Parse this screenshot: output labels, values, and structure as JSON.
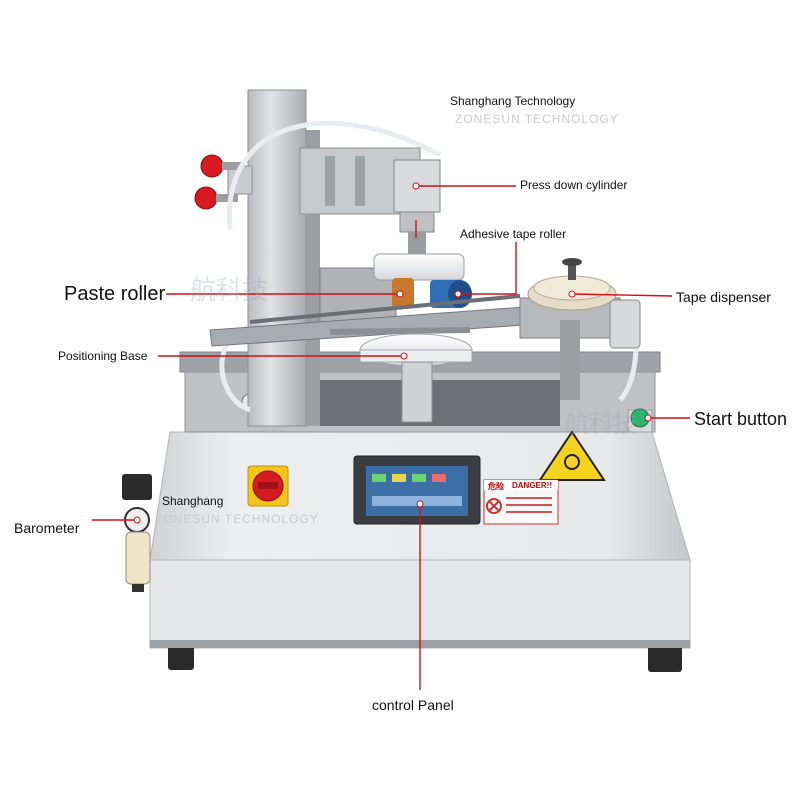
{
  "brand": {
    "title": "Shanghang Technology",
    "watermark_en": "ZONESUN TECHNOLOGY",
    "watermark_cn": "航科技",
    "panel_brand": "Shanghang"
  },
  "labels": {
    "press_down_cylinder": "Press down cylinder",
    "adhesive_tape_roller": "Adhesive tape roller",
    "paste_roller": "Paste roller",
    "tape_dispenser": "Tape dispenser",
    "positioning_base": "Positioning Base",
    "start_button": "Start button",
    "barometer": "Barometer",
    "control_panel": "control Panel"
  },
  "danger_sign": {
    "title": "DANGER!!",
    "cn_title": "危险"
  },
  "colors": {
    "callout_line": "#d0101a",
    "machine_body": "#e3e4e6",
    "emergency_stop": "#d71920",
    "emergency_base": "#f3c51a",
    "start_button": "#2db36f",
    "hmi_screen": "#3b6fa6",
    "adhesive_roller": "#2f6fb8",
    "paste_roller": "#c8772d"
  }
}
